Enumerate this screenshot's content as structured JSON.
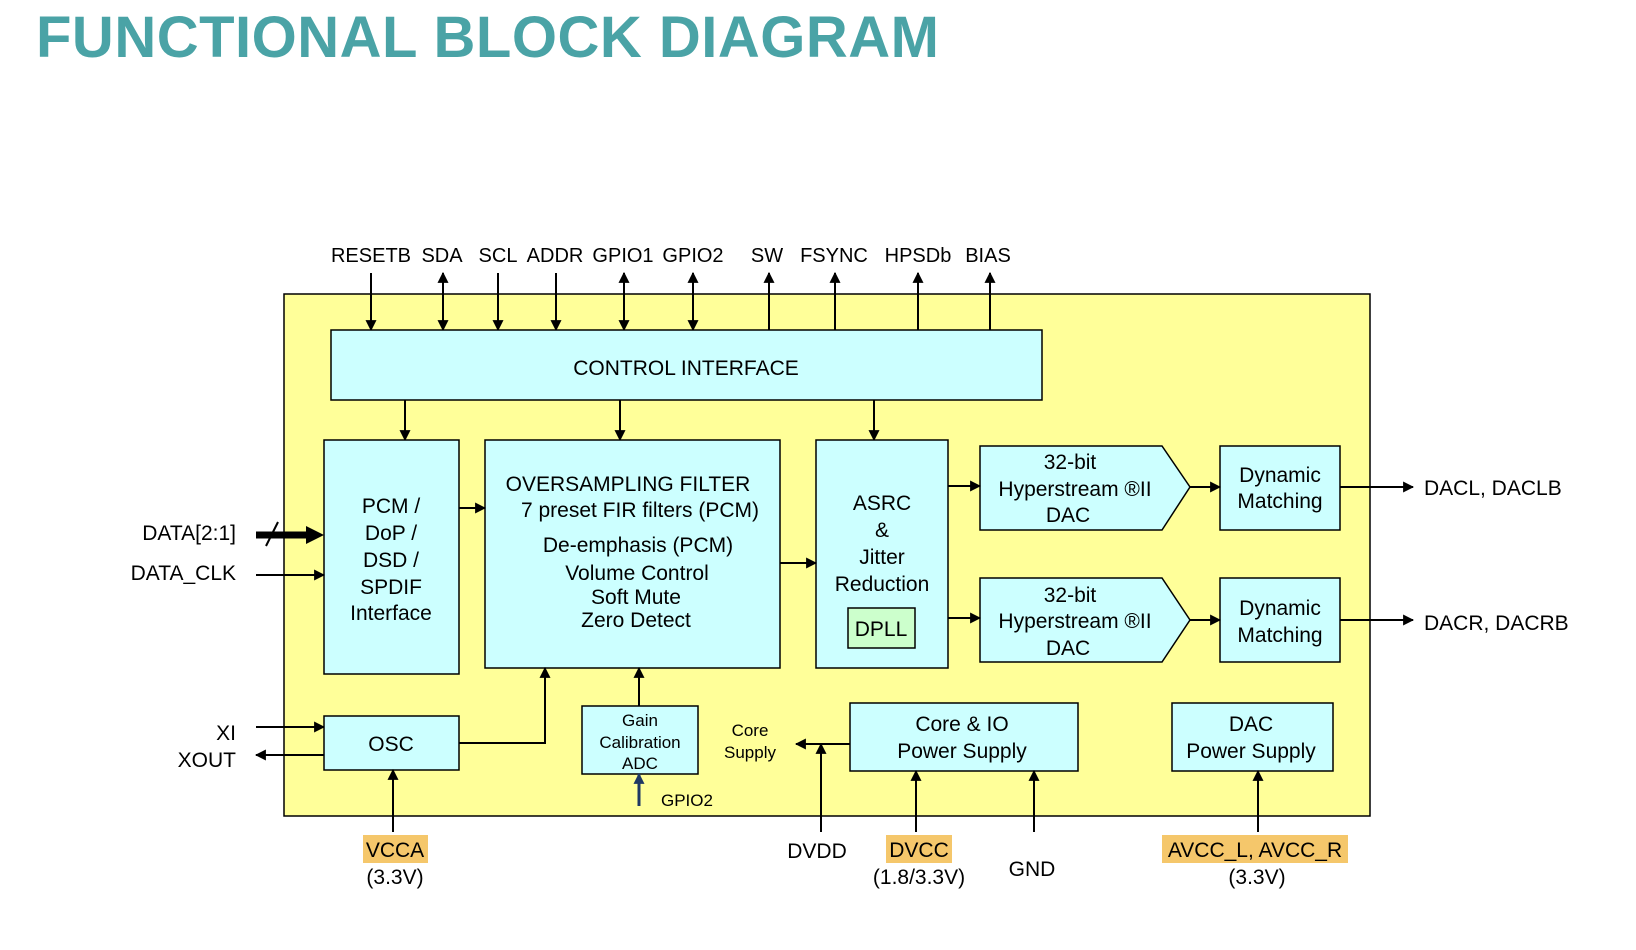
{
  "title": "FUNCTIONAL BLOCK DIAGRAM",
  "colors": {
    "title": "#4aa3a6",
    "chip_fill": "#ffff99",
    "block_fill": "#ccffff",
    "dpll_fill": "#ccffcc",
    "supply_highlight": "#f5c76b",
    "arrow": "#000000",
    "gpio2_arrow": "#1f3864"
  },
  "top_pins": {
    "resetb": "RESETB",
    "sda": "SDA",
    "scl": "SCL",
    "addr": "ADDR",
    "gpio1": "GPIO1",
    "gpio2": "GPIO2",
    "sw": "SW",
    "fsync": "FSYNC",
    "hpsdb": "HPSDb",
    "bias": "BIAS"
  },
  "left_pins": {
    "data": "DATA[2:1]",
    "data_clk": "DATA_CLK",
    "xi": "XI",
    "xout": "XOUT"
  },
  "right_pins": {
    "left_out": "DACL,  DACLB",
    "right_out": "DACR,  DACRB"
  },
  "blocks": {
    "control_interface": "CONTROL INTERFACE",
    "pcm_interface": [
      "PCM /",
      "DoP  /",
      "DSD  /",
      "SPDIF",
      "Interface"
    ],
    "oversampling": {
      "title": "OVERSAMPLING FILTER",
      "line2": "7 preset FIR filters (PCM)",
      "line3": "De-emphasis (PCM)",
      "line4": "Volume Control",
      "line5": "Soft Mute",
      "line6": "Zero Detect"
    },
    "asrc": [
      "ASRC",
      "&",
      "Jitter",
      "Reduction"
    ],
    "dpll": "DPLL",
    "dac_l": [
      "32-bit",
      "Hyperstream  ®II",
      "DAC"
    ],
    "dac_r": [
      "32-bit",
      "Hyperstream  ®II",
      "DAC"
    ],
    "dyn_l": [
      "Dynamic",
      "Matching"
    ],
    "dyn_r": [
      "Dynamic",
      "Matching"
    ],
    "osc": "OSC",
    "gain_cal": [
      "Gain",
      "Calibration",
      "ADC"
    ],
    "gpio2_label": "GPIO2",
    "core_supply": [
      "Core",
      "Supply"
    ],
    "core_io": [
      "Core & IO",
      "Power Supply"
    ],
    "dac_power": [
      "DAC",
      "Power Supply"
    ]
  },
  "supplies": {
    "vcca": {
      "name": "VCCA",
      "voltage": "(3.3V)"
    },
    "dvdd": {
      "name": "DVDD"
    },
    "dvcc": {
      "name": "DVCC",
      "voltage": "(1.8/3.3V)"
    },
    "gnd": {
      "name": "GND"
    },
    "avcc": {
      "name": "AVCC_L, AVCC_R",
      "voltage": "(3.3V)"
    }
  }
}
